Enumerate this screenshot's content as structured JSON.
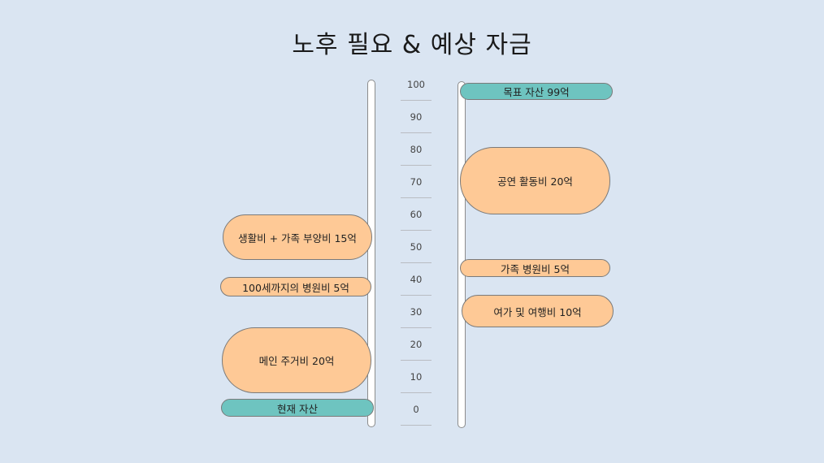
{
  "title": "노후 필요 & 예상 자금",
  "scale": {
    "ticks": [
      "100",
      "90",
      "80",
      "70",
      "60",
      "50",
      "40",
      "30",
      "20",
      "10",
      "0"
    ]
  },
  "current": {
    "items": [
      {
        "label": "생활비  + 가족 부양비 15억",
        "color": "#fec996"
      },
      {
        "label": "100세까지의 병원비 5억",
        "color": "#fec996"
      },
      {
        "label": "메인 주거비 20억",
        "color": "#fec996"
      },
      {
        "label": "현재 자산",
        "color": "#6ec4c0"
      }
    ]
  },
  "target": {
    "items": [
      {
        "label": "목표 자산 99억",
        "color": "#6ec4c0"
      },
      {
        "label": "공연 활동비 20억",
        "color": "#fec996"
      },
      {
        "label": "가족 병원비 5억",
        "color": "#fec996"
      },
      {
        "label": "여가 및 여행비 10억",
        "color": "#fec996"
      }
    ]
  },
  "colors": {
    "background": "#dae5f2",
    "rail": "#ffffff",
    "accent_orange": "#fec996",
    "accent_teal": "#6ec4c0"
  }
}
